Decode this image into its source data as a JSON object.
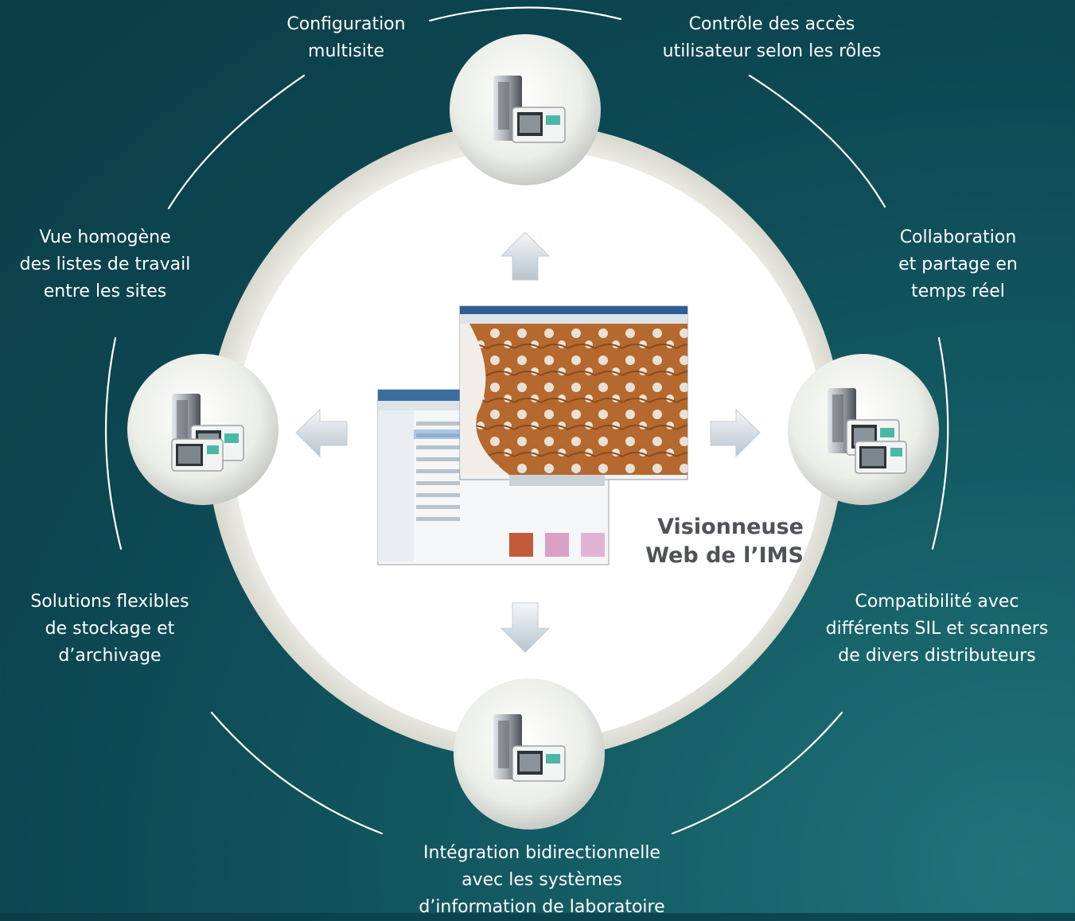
{
  "labels": {
    "multisite": "Configuration\nmultisite",
    "access": "Contrôle des accès\nutilisateur selon les rôles",
    "worklists": "Vue homogène\ndes listes de travail\nentre les sites",
    "collaboration": "Collaboration\net partage en\ntemps réel",
    "storage": "Solutions flexibles\nde stockage et\nd’archivage",
    "compatibility": "Compatibilité avec\ndifférents SIL et scanners\nde divers distributeurs",
    "integration": "Intégration bidirectionnelle\navec les systèmes\nd’information de laboratoire"
  },
  "center": {
    "title": "Visionneuse\nWeb de l’IMS"
  },
  "colors": {
    "background": "#0c4651",
    "ring": "#f3f1ea",
    "arrow": "#dbe3ea",
    "title": "#4f5358",
    "tissue": "#b5692e"
  },
  "icons": [
    "server-icon",
    "scanner-icon",
    "arrow-up-icon",
    "arrow-left-icon",
    "arrow-right-icon",
    "arrow-down-icon"
  ]
}
